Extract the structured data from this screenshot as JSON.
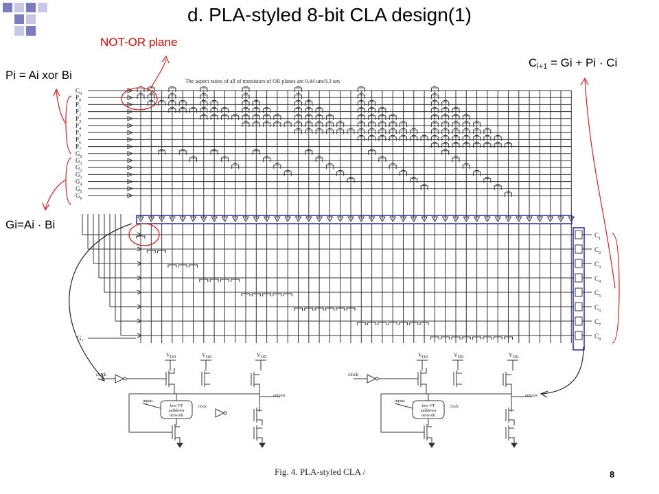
{
  "title": "d. PLA-styled 8-bit CLA design(1)",
  "annotations": {
    "not_or_plane": "NOT-OR plane",
    "pi_eq": "Pi = Ai xor Bi",
    "gi_eq": "Gi=Ai · Bi",
    "carry_prefix": "C",
    "carry_sub": "i+1",
    "carry_rest": " = Gi + Pi · Ci"
  },
  "figure": {
    "header_note": "The aspect ratios of all of transistors of OR planes are 0.44 um/0.3 um",
    "inputs": [
      {
        "base": "C",
        "sub": "0"
      },
      {
        "base": "P",
        "sub": "0"
      },
      {
        "base": "P",
        "sub": "1"
      },
      {
        "base": "P",
        "sub": "2"
      },
      {
        "base": "P",
        "sub": "3"
      },
      {
        "base": "P",
        "sub": "4"
      },
      {
        "base": "P",
        "sub": "5"
      },
      {
        "base": "P",
        "sub": "6"
      },
      {
        "base": "P",
        "sub": "7"
      },
      {
        "base": "G",
        "sub": "0"
      },
      {
        "base": "G",
        "sub": "1"
      },
      {
        "base": "G",
        "sub": "2"
      },
      {
        "base": "G",
        "sub": "3"
      },
      {
        "base": "G",
        "sub": "4"
      },
      {
        "base": "G",
        "sub": "5"
      },
      {
        "base": "G",
        "sub": "6"
      }
    ],
    "g7": {
      "base": "G",
      "sub": "7"
    },
    "outputs": [
      {
        "base": "C",
        "sub": "1"
      },
      {
        "base": "C",
        "sub": "2"
      },
      {
        "base": "C",
        "sub": "3"
      },
      {
        "base": "C",
        "sub": "4"
      },
      {
        "base": "C",
        "sub": "5"
      },
      {
        "base": "C",
        "sub": "6"
      },
      {
        "base": "C",
        "sub": "7"
      },
      {
        "base": "C",
        "sub": "8"
      }
    ],
    "circuit_left": {
      "vdd1": "V",
      "vdd2": "V",
      "vdd3": "V",
      "vdd_sub": "DD",
      "clock": "clock",
      "inputs": "inputs",
      "pulldown1": "low-V",
      "pulldown_sub": "T",
      "pulldown2": "pulldown",
      "pulldown3": "network",
      "clock2": "clock",
      "outputs": "outputs"
    },
    "circuit_right": {
      "vdd1": "V",
      "vdd2": "V",
      "vdd3": "V",
      "vdd_sub": "DD",
      "clock": "clock",
      "inputs": "inputs",
      "pulldown1": "low-V",
      "pulldown_sub": "T",
      "pulldown2": "pulldown",
      "pulldown3": "network",
      "clock2": "clock",
      "outputs": "outputs"
    },
    "caption": "Fig. 4.   PLA-styled CLA /"
  },
  "page_number": "8",
  "colors": {
    "accent_red": "#cc0000",
    "circle_red": "#d02020",
    "box_blue": "#1a1a9a",
    "deco_purple": "#7f7fbf"
  }
}
